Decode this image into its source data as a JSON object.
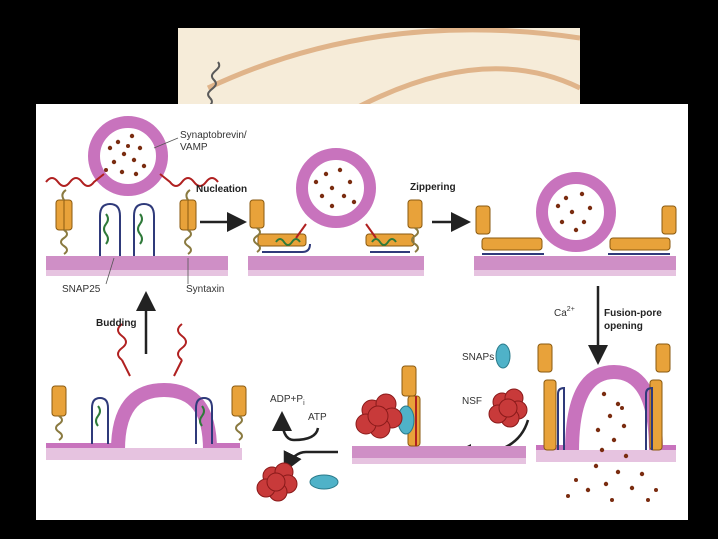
{
  "diagram": {
    "labels": {
      "synaptobrevin": [
        "Synaptobrevin/",
        "VAMP"
      ],
      "snap25": "SNAP25",
      "syntaxin": "Syntaxin",
      "nucleation": "Nucleation",
      "zippering": "Zippering",
      "ca": "Ca",
      "ca_sup": "2+",
      "fusion_pore": [
        "Fusion-pore",
        "opening"
      ],
      "snaps": "SNAPs",
      "nsf": "NSF",
      "adp": "ADP+P",
      "adp_sub": "i",
      "atp": "ATP",
      "budding": "Budding"
    },
    "colors": {
      "membrane": "#cf8fc6",
      "vesicle": "#c873bd",
      "neurotransmitter": "#7a2c10",
      "synaptobrevin": "#b02020",
      "syntaxin": "#e8a23a",
      "snap25_blue": "#2f3a7a",
      "snap25_green": "#2f7a3a",
      "nsf": "#c83a3a",
      "snap_protein": "#4fb2c8"
    }
  }
}
